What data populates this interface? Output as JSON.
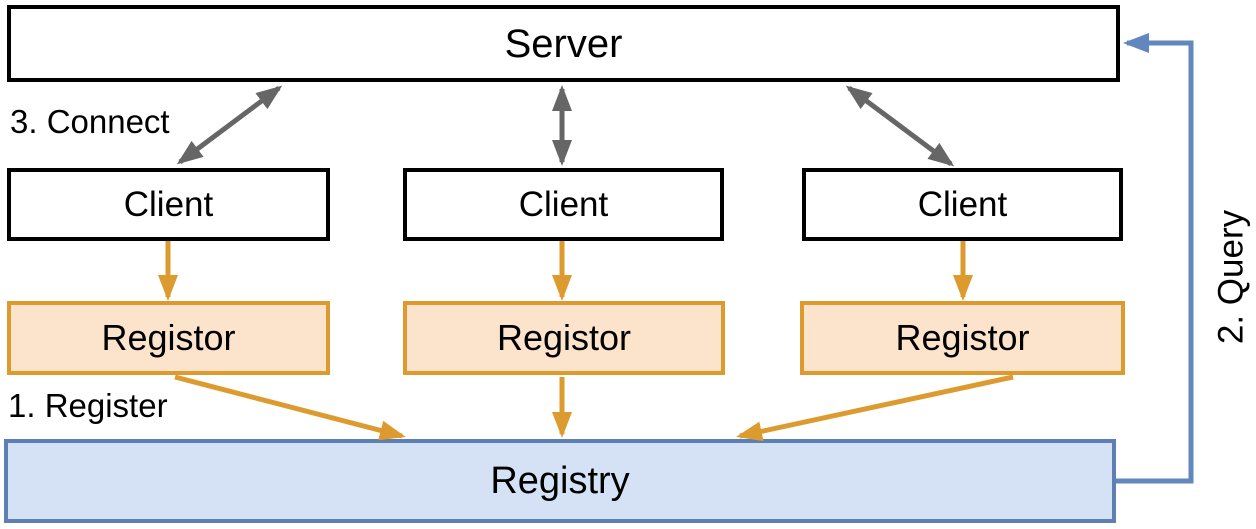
{
  "diagram": {
    "nodes": {
      "server": {
        "label": "Server"
      },
      "clients": [
        {
          "label": "Client"
        },
        {
          "label": "Client"
        },
        {
          "label": "Client"
        }
      ],
      "registors": [
        {
          "label": "Registor"
        },
        {
          "label": "Registor"
        },
        {
          "label": "Registor"
        }
      ],
      "registry": {
        "label": "Registry"
      }
    },
    "annotations": {
      "connect": "3. Connect",
      "register": "1. Register",
      "query": "2. Query"
    },
    "edges": [
      {
        "name": "server-client-1",
        "type": "bidirectional",
        "color_key": "arrow_gray"
      },
      {
        "name": "server-client-2",
        "type": "bidirectional",
        "color_key": "arrow_gray"
      },
      {
        "name": "server-client-3",
        "type": "bidirectional",
        "color_key": "arrow_gray"
      },
      {
        "name": "client-1-registor-1",
        "type": "directed",
        "color_key": "arrow_orange"
      },
      {
        "name": "client-2-registor-2",
        "type": "directed",
        "color_key": "arrow_orange"
      },
      {
        "name": "client-3-registor-3",
        "type": "directed",
        "color_key": "arrow_orange"
      },
      {
        "name": "registor-1-registry",
        "type": "directed",
        "color_key": "arrow_orange"
      },
      {
        "name": "registor-2-registry",
        "type": "directed",
        "color_key": "arrow_orange"
      },
      {
        "name": "registor-3-registry",
        "type": "directed",
        "color_key": "arrow_orange"
      },
      {
        "name": "registry-server-query",
        "type": "directed",
        "color_key": "arrow_blue"
      }
    ],
    "colors": {
      "node_border_black": "#000000",
      "registor_fill": "#FCE3CB",
      "registor_border": "#DD9B2F",
      "registry_fill": "#D5E2F5",
      "registry_border": "#5D80B4",
      "arrow_gray": "#666666",
      "arrow_orange": "#DD9B2F",
      "arrow_blue": "#6187BE",
      "text": "#000000",
      "background": "#FFFFFF"
    }
  }
}
